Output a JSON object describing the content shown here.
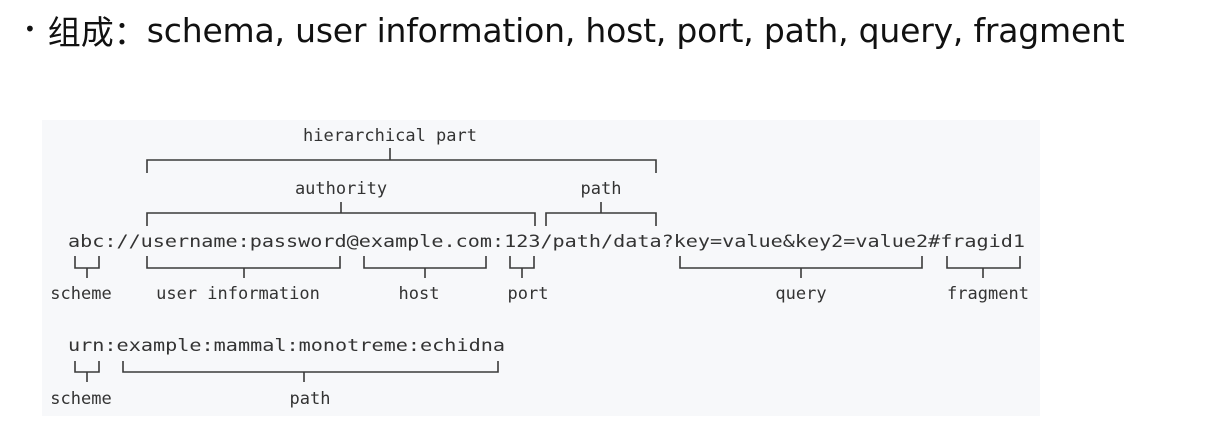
{
  "bullet": {
    "dot": "•",
    "label": "组成：",
    "text": "schema, user information, host, port, path, query, fragment"
  },
  "diagram": {
    "uri_example": "abc://username:password@example.com:123/path/data?key=value&key2=value2#fragid1",
    "urn_example": "urn:example:mammal:monotreme:echidna",
    "labels": {
      "hierarchical_part": "hierarchical part",
      "authority": "authority",
      "path_top": "path",
      "scheme": "scheme",
      "user_information": "user information",
      "host": "host",
      "port": "port",
      "query": "query",
      "fragment": "fragment",
      "urn_scheme": "scheme",
      "urn_path": "path"
    }
  }
}
